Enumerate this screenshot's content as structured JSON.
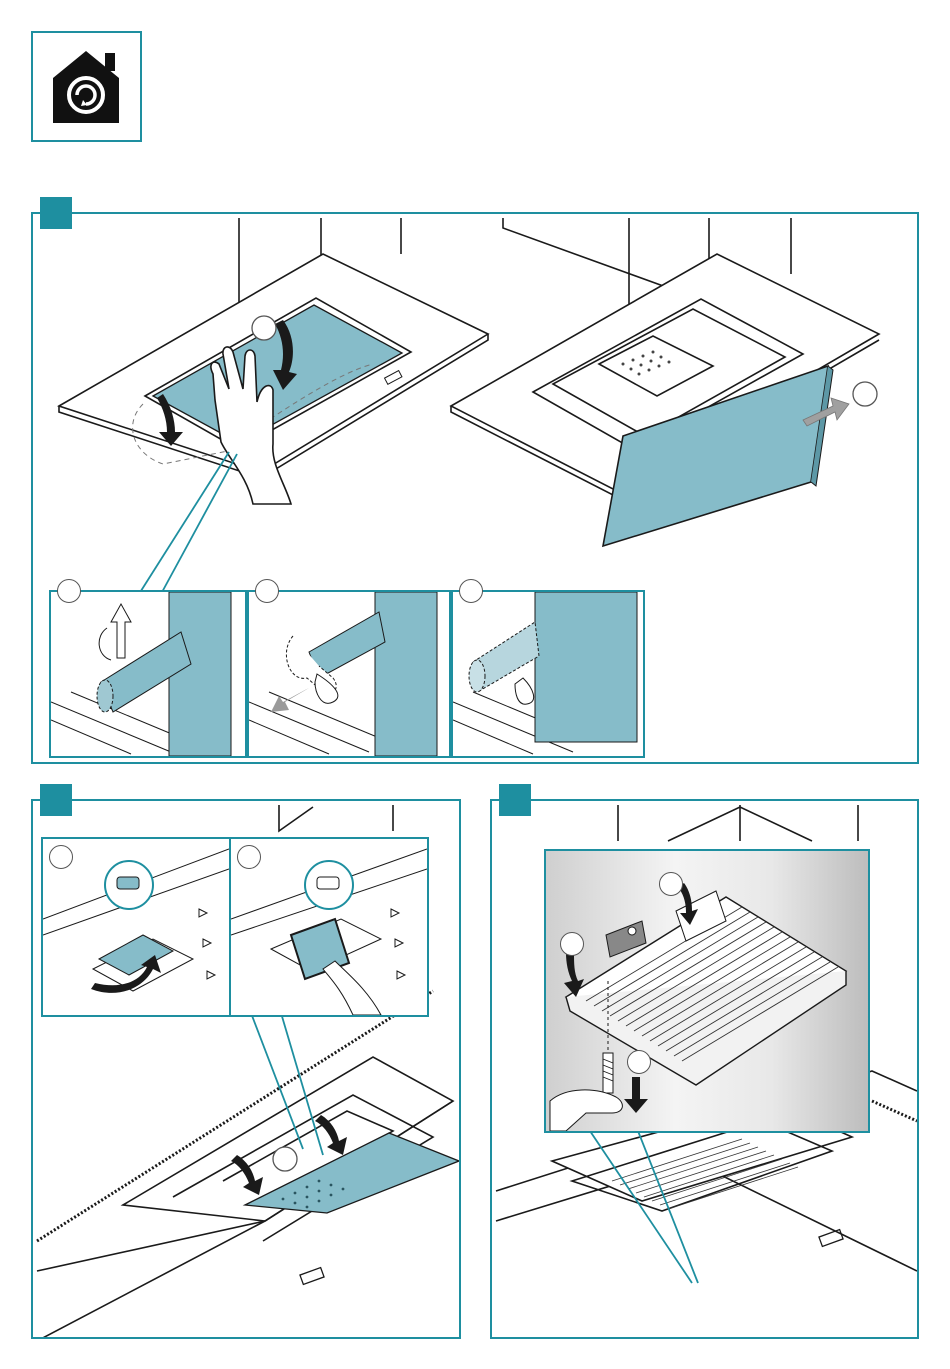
{
  "header": {
    "icon": "home-care-icon"
  },
  "colors": {
    "frame": "#1e8fa0",
    "glass": "#86bcc9",
    "line": "#1a1a1a",
    "arrow_gray": "#9a9a9a",
    "arrow_dark": "#1a1a1a"
  },
  "steps": [
    {
      "id": "step-1",
      "icons": [
        "hand-icon",
        "arrow-down-icon",
        "arrow-out-icon"
      ],
      "details": 3
    },
    {
      "id": "step-2",
      "icons": [
        "pull-tab-icon",
        "arrow-curved-icon",
        "filter-icon"
      ],
      "details": 2
    },
    {
      "id": "step-3",
      "icons": [
        "screw-icon",
        "screwdriver-hand-icon",
        "arrow-down-icon"
      ],
      "details": 1
    }
  ]
}
